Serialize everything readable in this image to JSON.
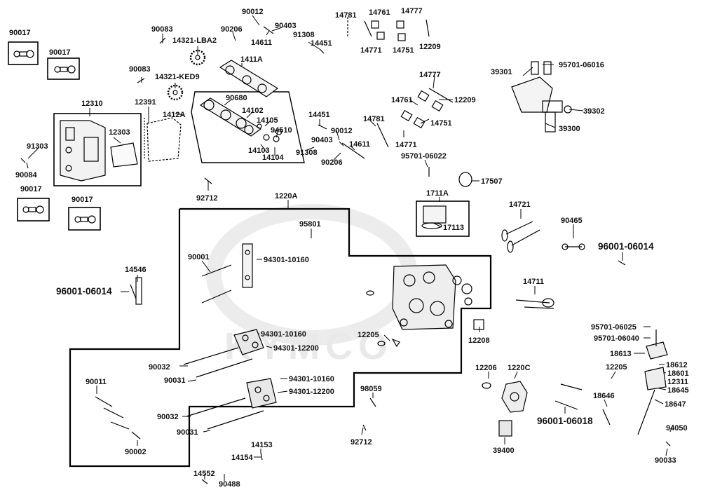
{
  "watermark": "KYMCO",
  "labels": {
    "l_90017_a": "90017",
    "l_90017_b": "90017",
    "l_90017_c": "90017",
    "l_90017_d": "90017",
    "l_90083_a": "90083",
    "l_90083_b": "90083",
    "l_14321_lba2": "14321-LBA2",
    "l_14321_ked9": "14321-KED9",
    "l_90012_a": "90012",
    "l_90206_a": "90206",
    "l_90403_a": "90403",
    "l_91308_a": "91308",
    "l_14611_a": "14611",
    "l_14451_a": "14451",
    "l_1411a": "1411A",
    "l_14781_a": "14781",
    "l_14761_a": "14761",
    "l_14777_a": "14777",
    "l_14771_a": "14771",
    "l_14751_a": "14751",
    "l_12209_a": "12209",
    "l_39301": "39301",
    "l_95701_06016": "95701-06016",
    "l_39302": "39302",
    "l_39300": "39300",
    "l_12310": "12310",
    "l_12391": "12391",
    "l_1412a": "1412A",
    "l_90680": "90680",
    "l_14102": "14102",
    "l_14105": "14105",
    "l_94510": "94510",
    "l_14103": "14103",
    "l_14104": "14104",
    "l_12303": "12303",
    "l_91303": "91303",
    "l_90084": "90084",
    "l_92712_a": "92712",
    "l_14777_b": "14777",
    "l_14761_b": "14761",
    "l_12209_b": "12209",
    "l_14451_b": "14451",
    "l_90012_b": "90012",
    "l_14781_b": "14781",
    "l_90403_b": "90403",
    "l_14611_b": "14611",
    "l_91308_b": "91308",
    "l_90206_b": "90206",
    "l_14751_b": "14751",
    "l_14771_b": "14771",
    "l_95701_06022": "95701-06022",
    "l_17507": "17507",
    "l_1711a": "1711A",
    "l_17113": "17113",
    "l_1220a": "1220A",
    "l_95801": "95801",
    "l_14721": "14721",
    "l_90465": "90465",
    "l_96001_06014_a": "96001-06014",
    "l_90001": "90001",
    "l_94301_10160_a": "94301-10160",
    "l_14546": "14546",
    "l_96001_06014_b": "96001-06014",
    "l_14711": "14711",
    "l_12205_a": "12205",
    "l_12208": "12208",
    "l_94301_10160_b": "94301-10160",
    "l_94301_12200_a": "94301-12200",
    "l_95701_06025": "95701-06025",
    "l_95701_06040": "95701-06040",
    "l_18613": "18613",
    "l_18612": "18612",
    "l_18601": "18601",
    "l_12311": "12311",
    "l_18645": "18645",
    "l_12205_b": "12205",
    "l_18646": "18646",
    "l_18647": "18647",
    "l_90032_a": "90032",
    "l_90031_a": "90031",
    "l_94301_10160_c": "94301-10160",
    "l_94301_12200_b": "94301-12200",
    "l_12206": "12206",
    "l_1220c": "1220C",
    "l_90011": "90011",
    "l_98059": "98059",
    "l_90032_b": "90032",
    "l_90031_b": "90031",
    "l_96001_06018": "96001-06018",
    "l_94050": "94050",
    "l_90002": "90002",
    "l_92712_b": "92712",
    "l_39400": "39400",
    "l_90033": "90033",
    "l_14153": "14153",
    "l_14154": "14154",
    "l_14552": "14552",
    "l_90488": "90488"
  }
}
